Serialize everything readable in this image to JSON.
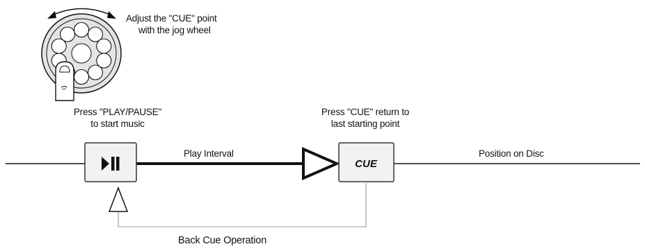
{
  "jog_instruction": {
    "line1": "Adjust the \"CUE\" point",
    "line2": "with the jog wheel"
  },
  "play_instruction": {
    "line1": "Press \"PLAY/PAUSE\"",
    "line2": "to start music"
  },
  "cue_instruction": {
    "line1": "Press \"CUE\" return to",
    "line2": "last starting point"
  },
  "play_interval_label": "Play Interval",
  "position_label": "Position on Disc",
  "back_cue_label": "Back Cue Operation",
  "cue_button_label": "CUE",
  "colors": {
    "line": "#111111",
    "button_border": "#333333",
    "button_fill": "#f2f2f2",
    "loop_line": "#b8b8b8",
    "wheel_gray": "#e4e4e4"
  },
  "icons": [
    "jog-wheel-icon",
    "finger-icon",
    "rotation-arrow-icon",
    "play-pause-icon",
    "arrow-right-icon",
    "arrow-up-icon"
  ]
}
